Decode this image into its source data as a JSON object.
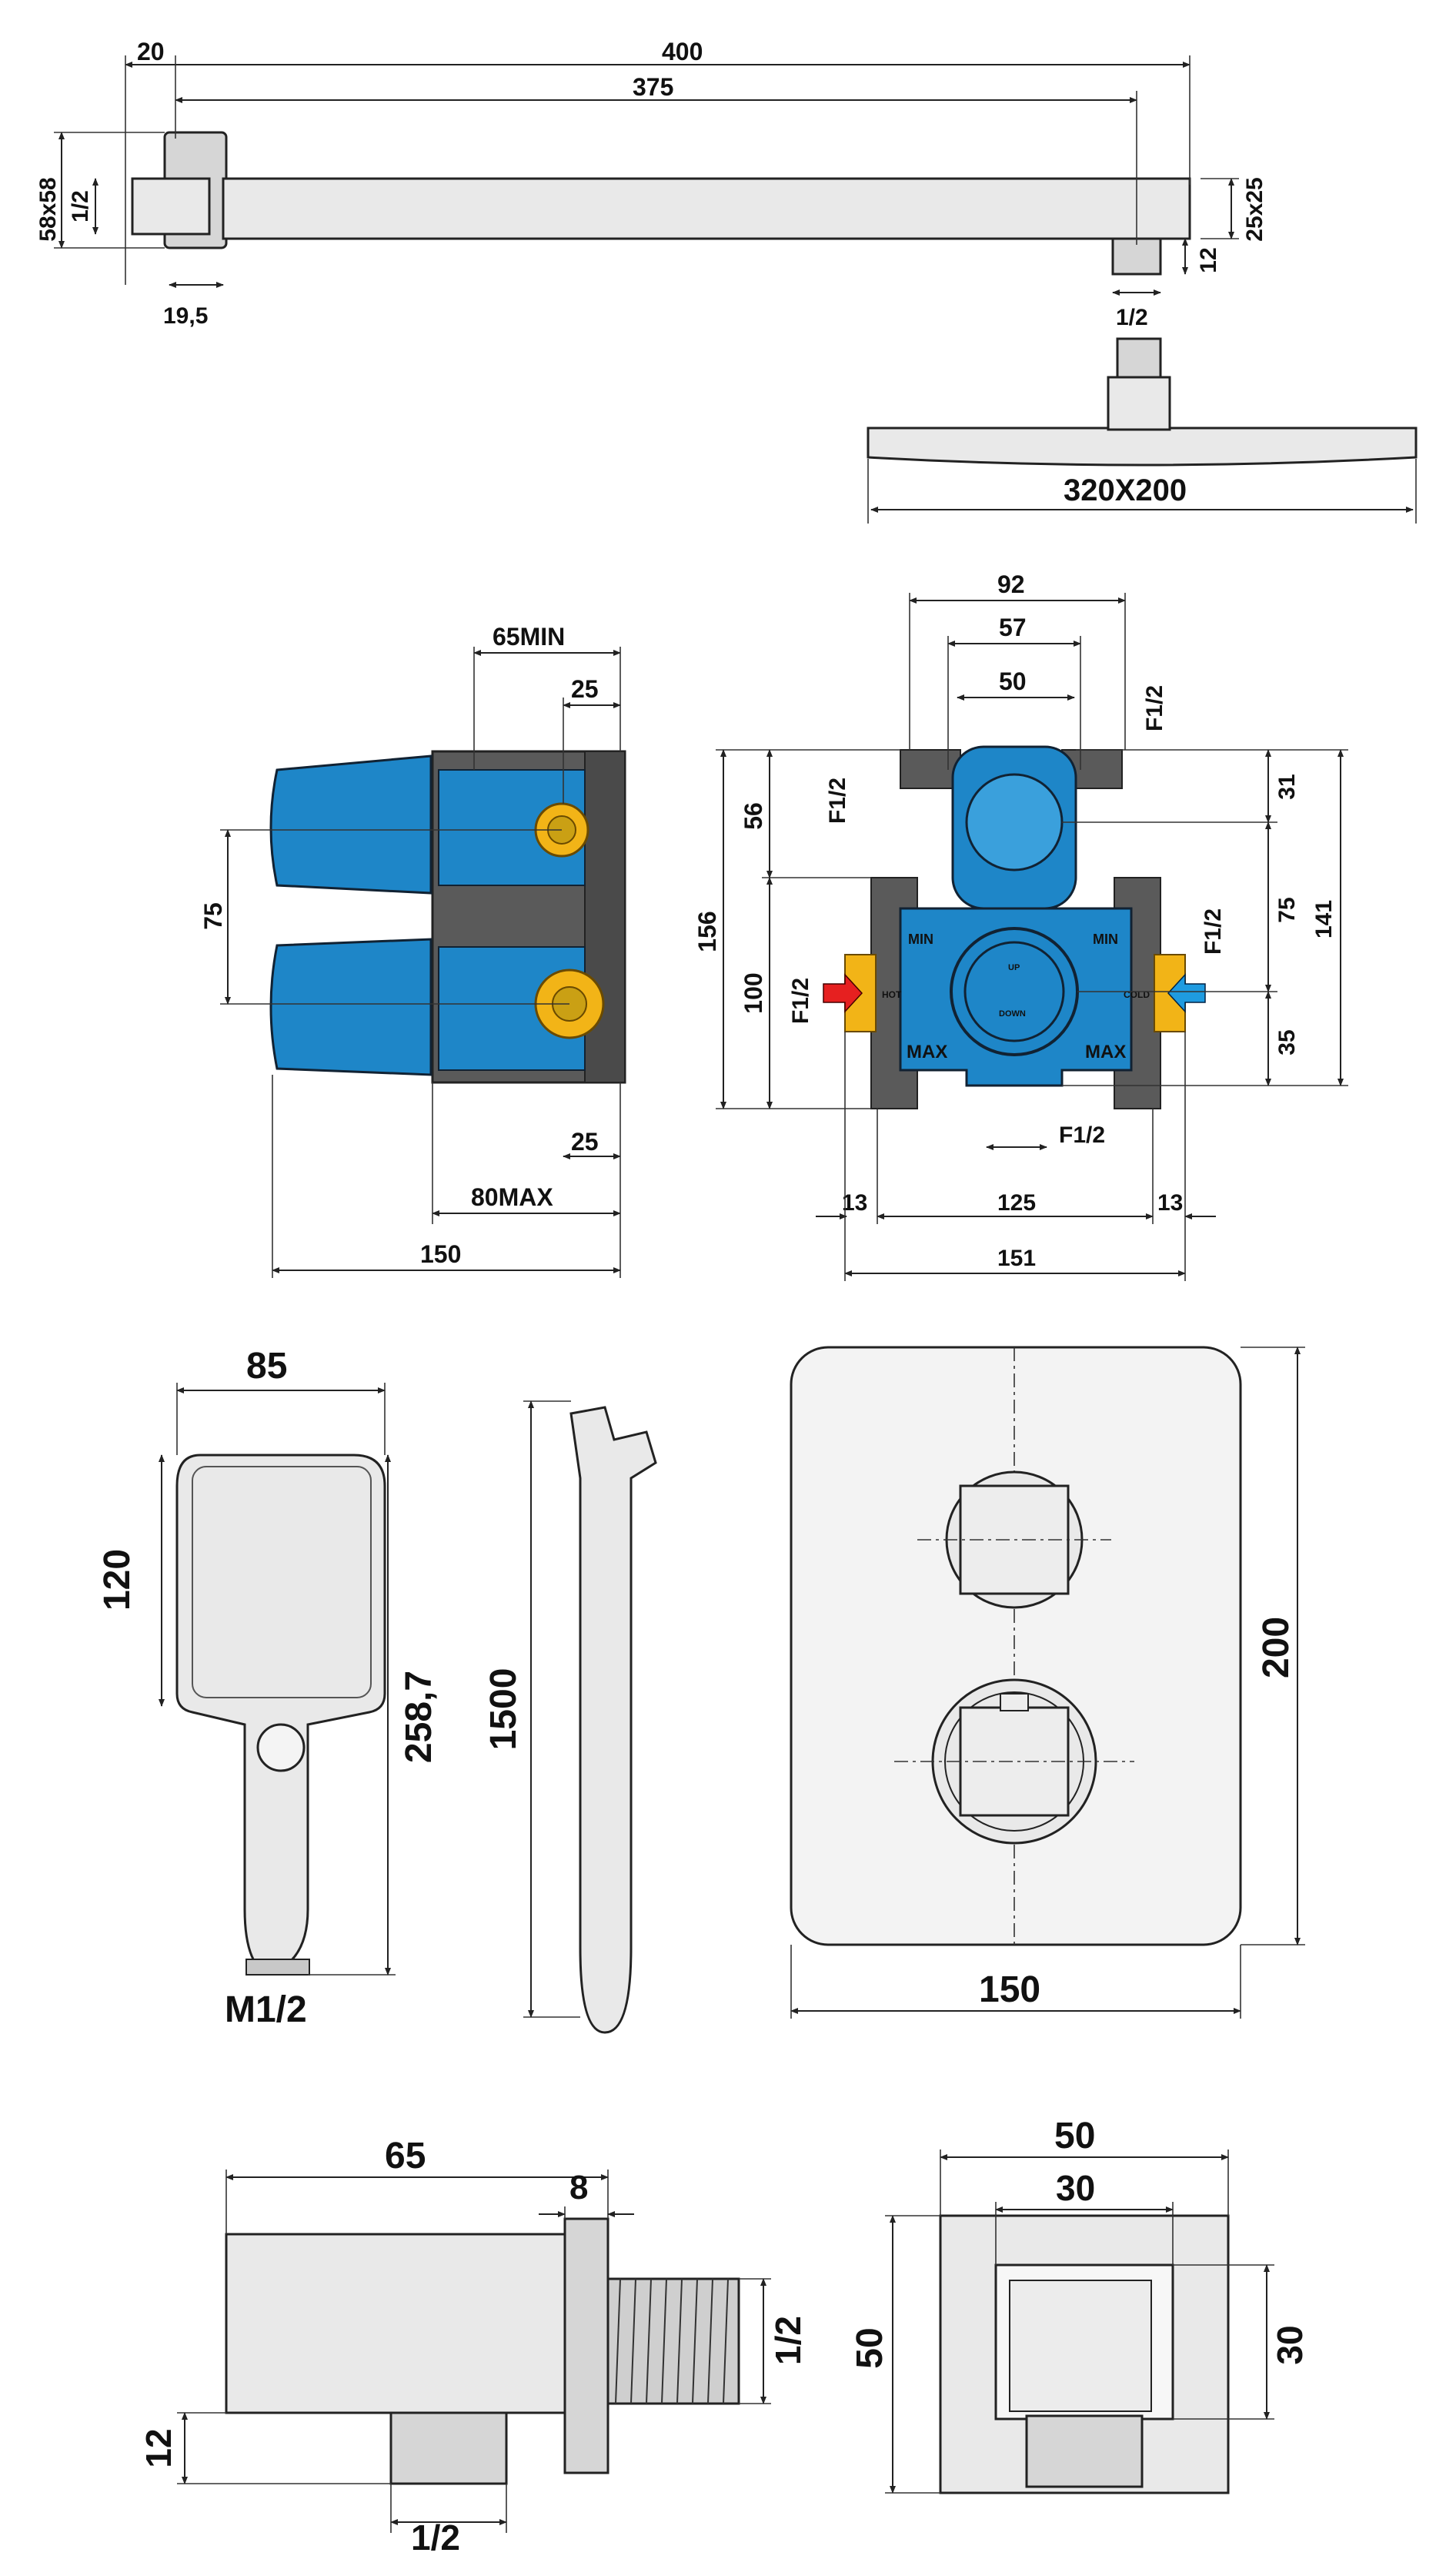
{
  "colors": {
    "valve_body": "#1e86c8",
    "valve_handle": "#3aa0dc",
    "casing": "#5a5a5a",
    "brass": "#f2b417",
    "hot_arrow": "#e62020",
    "cold_arrow": "#1f9be0",
    "line": "#222222"
  },
  "shower_arm": {
    "d_20": "20",
    "d_400": "400",
    "d_375": "375",
    "d_58x58": "58x58",
    "d_half_left": "1/2",
    "d_19_5": "19,5",
    "d_25x25": "25x25",
    "d_12": "12",
    "d_half_bottom": "1/2"
  },
  "shower_head": {
    "size": "320X200"
  },
  "valve_side": {
    "d_65min": "65MIN",
    "d_25_top": "25",
    "d_75": "75",
    "d_25_bottom": "25",
    "d_80max": "80MAX",
    "d_150": "150"
  },
  "valve_front": {
    "d_92": "92",
    "d_57": "57",
    "d_50": "50",
    "f_top_right": "F1/2",
    "f_top_left": "F1/2",
    "d_31": "31",
    "d_56": "56",
    "d_156": "156",
    "d_100": "100",
    "d_75": "75",
    "d_141": "141",
    "d_35": "35",
    "f_left": "F1/2",
    "f_right": "F1/2",
    "f_bottom": "F1/2",
    "d_13_left": "13",
    "d_125": "125",
    "d_13_right": "13",
    "d_151": "151",
    "label_min_left": "MIN",
    "label_min_right": "MIN",
    "label_max_left": "MAX",
    "label_max_right": "MAX",
    "label_hot": "HOT",
    "label_cold": "COLD",
    "label_up": "UP",
    "label_down": "DOWN"
  },
  "hand_shower": {
    "d_85": "85",
    "d_120": "120",
    "d_258_7": "258,7",
    "thread": "M1/2"
  },
  "hose": {
    "length": "1500"
  },
  "trim_plate": {
    "height": "200",
    "width": "150"
  },
  "wall_elbow_side": {
    "d_65": "65",
    "d_8": "8",
    "d_half_right": "1/2",
    "d_12": "12",
    "d_half_bottom": "1/2"
  },
  "wall_elbow_front": {
    "d_50_top": "50",
    "d_30_top": "30",
    "d_50_left": "50",
    "d_30_right": "30"
  }
}
